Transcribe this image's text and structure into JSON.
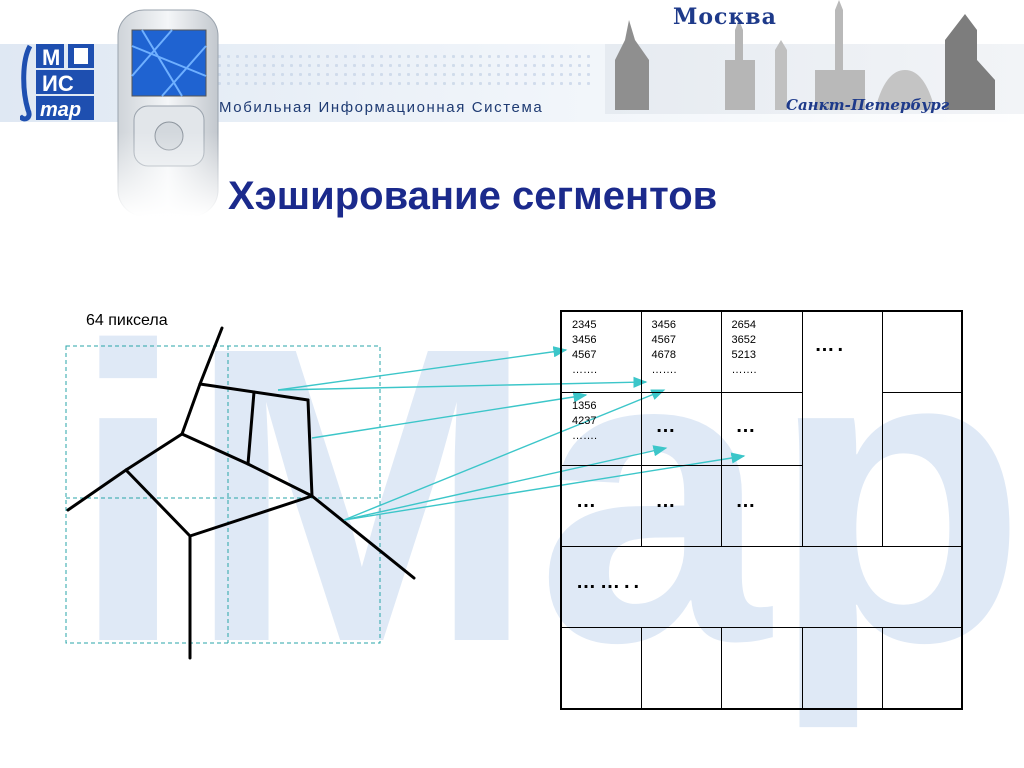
{
  "header": {
    "subtitle": "Мобильная Информационная Система",
    "city_top": "Москва",
    "city_bottom": "Санкт-Петербург",
    "logo_letters": [
      "М",
      "ИС",
      "тар"
    ]
  },
  "watermark_text": "iMap",
  "title": "Хэширование сегментов",
  "grid_label": "64 пиксела",
  "hash_table": {
    "cell_r1c1": [
      "2345",
      "3456",
      "4567",
      "……."
    ],
    "cell_r1c2": [
      "3456",
      "4567",
      "4678",
      "……."
    ],
    "cell_r1c3": [
      "2654",
      "3652",
      "5213",
      "……."
    ],
    "cell_r1c4": "….",
    "cell_r2c1": [
      "1356",
      "4237",
      "……."
    ],
    "cell_r2c2": "…",
    "cell_r2c3": "…",
    "cell_r3c1": "…",
    "cell_r3c2": "…",
    "cell_r3c3": "…",
    "cell_r4": "…….."
  },
  "colors": {
    "title": "#1b2a8c",
    "arrow": "#3cc6c9",
    "grid": "#2aa5a8",
    "watermark": "#d9e6f5"
  }
}
